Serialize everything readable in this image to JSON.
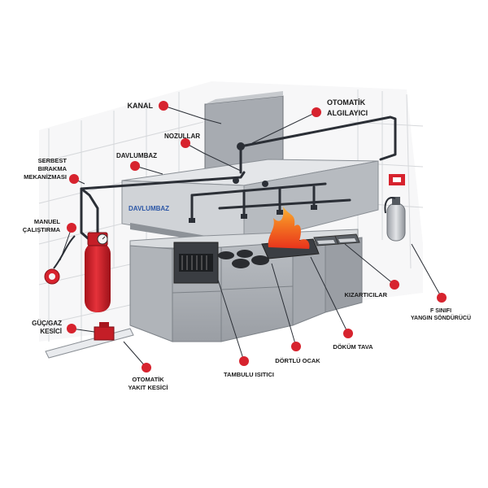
{
  "labels": {
    "kanal": "KANAL",
    "otomatik_algilayici_1": "OTOMATİK",
    "otomatik_algilayici_2": "ALGILAYICI",
    "nozullar": "NOZULLAR",
    "davlumbaz": "DAVLUMBAZ",
    "serbest_1": "SERBEST",
    "serbest_2": "BIRAKMA",
    "serbest_3": "MEKANİZMASI",
    "manuel_1": "MANUEL",
    "manuel_2": "ÇALIŞTIRMA",
    "guc_gaz_1": "GÜÇ/GAZ",
    "guc_gaz_2": "KESİCİ",
    "otomatik_yakit_1": "OTOMATİK",
    "otomatik_yakit_2": "YAKIT KESİCİ",
    "tambulu_isitici": "TAMBULU ISITICI",
    "dortlu_ocak": "DÖRTLÜ OCAK",
    "dokum_tava": "DÖKÜM TAVA",
    "kizarticilar": "KIZARTICILAR",
    "f_sinifi_1": "F SINIFI",
    "f_sinifi_2": "YANGIN SÖNDÜRÜCÜ"
  },
  "hood_label": "DAVLUMBAZ",
  "colors": {
    "marker": "#d7232e",
    "pipe": "#2b2f36",
    "cylinder": "#d8232d",
    "steel_light": "#c9ccd0",
    "steel_mid": "#a9adb3",
    "steel_dark": "#7d8288",
    "flame": "#f2561d",
    "hood_text": "#2b56a6"
  }
}
